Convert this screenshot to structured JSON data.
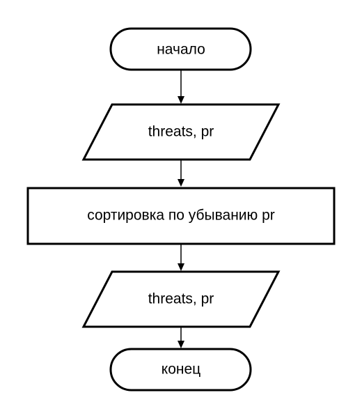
{
  "flowchart": {
    "nodes": [
      {
        "id": "start",
        "type": "terminator",
        "label": "начало"
      },
      {
        "id": "input",
        "type": "io",
        "label": "threats, pr"
      },
      {
        "id": "process",
        "type": "process",
        "label": "сортировка по убыванию pr"
      },
      {
        "id": "output",
        "type": "io",
        "label": "threats, pr"
      },
      {
        "id": "end",
        "type": "terminator",
        "label": "конец"
      }
    ],
    "edges": [
      {
        "from": "start",
        "to": "input"
      },
      {
        "from": "input",
        "to": "process"
      },
      {
        "from": "process",
        "to": "output"
      },
      {
        "from": "output",
        "to": "end"
      }
    ]
  }
}
